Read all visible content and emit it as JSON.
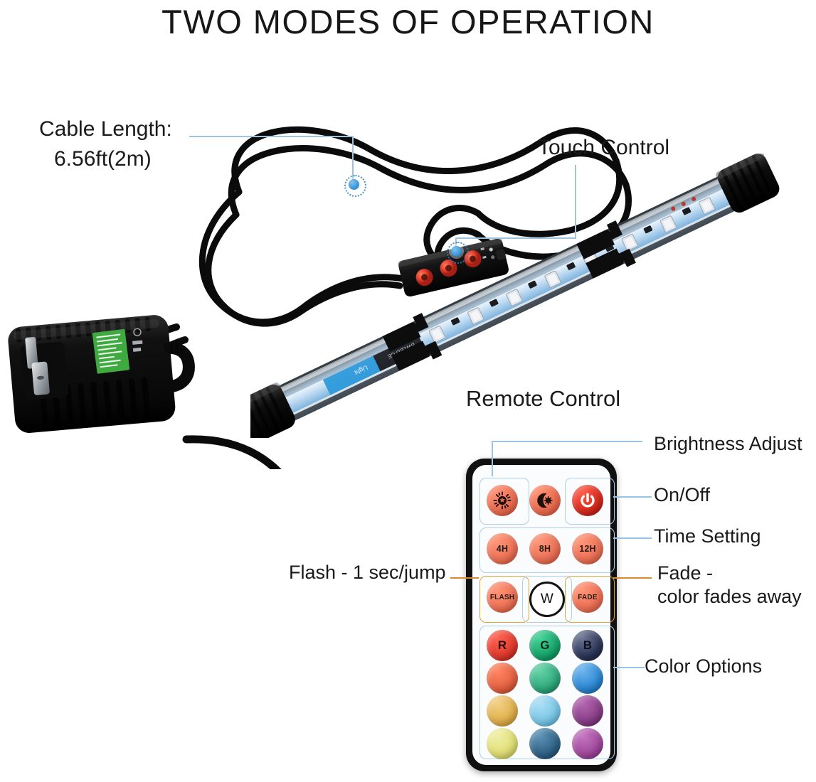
{
  "page": {
    "title": "TWO MODES OF OPERATION",
    "background": "#ffffff",
    "callout_color": "#9dc3e0",
    "callout_accent_color": "#d98b2b",
    "marker_color": "#2f8fd6"
  },
  "callouts": {
    "cable_length": {
      "line1": "Cable Length:",
      "line2": "6.56ft(2m)"
    },
    "touch_control": {
      "label": "Touch Control"
    },
    "remote_control": {
      "label": "Remote Control"
    },
    "brightness": {
      "label": "Brightness Adjust"
    },
    "onoff": {
      "label": "On/Off"
    },
    "time_setting": {
      "label": "Time Setting"
    },
    "flash": {
      "label": "Flash - 1 sec/jump"
    },
    "fade": {
      "line1": "Fade -",
      "line2": "color fades away"
    },
    "color_options": {
      "label": "Color Options"
    }
  },
  "remote": {
    "body_color": "#101010",
    "face_color": "#fbfcfd",
    "rows": [
      {
        "name": "mode-row",
        "buttons": [
          {
            "name": "brightness-button",
            "label": "",
            "icon": "sun-icon",
            "color": "#ea6a4e"
          },
          {
            "name": "dim-button",
            "label": "",
            "icon": "moon-icon",
            "color": "#ea6a4e"
          },
          {
            "name": "power-button",
            "label": "",
            "icon": "power-icon",
            "color": "#d7291d"
          }
        ]
      },
      {
        "name": "timer-row",
        "buttons": [
          {
            "name": "timer-4h-button",
            "label": "4H",
            "icon": "",
            "color": "#ec7055"
          },
          {
            "name": "timer-8h-button",
            "label": "8H",
            "icon": "",
            "color": "#ec7055"
          },
          {
            "name": "timer-12h-button",
            "label": "12H",
            "icon": "",
            "color": "#ec7055"
          }
        ]
      },
      {
        "name": "effect-row",
        "buttons": [
          {
            "name": "flash-button",
            "label": "FLASH",
            "icon": "",
            "color": "#ee7054"
          },
          {
            "name": "white-button",
            "label": "W",
            "icon": "",
            "color": "#ffffff"
          },
          {
            "name": "fade-button",
            "label": "FADE",
            "icon": "",
            "color": "#ee7054"
          }
        ]
      },
      {
        "name": "color-row-1",
        "buttons": [
          {
            "name": "color-red-button",
            "label": "R",
            "icon": "",
            "color": "#e0392c"
          },
          {
            "name": "color-green-button",
            "label": "G",
            "icon": "",
            "color": "#14a368"
          },
          {
            "name": "color-blue-button",
            "label": "B",
            "icon": "",
            "color": "#2b3355"
          }
        ]
      },
      {
        "name": "color-row-2",
        "buttons": [
          {
            "name": "color-orange-button",
            "label": "",
            "icon": "",
            "color": "#e4603f"
          },
          {
            "name": "color-seagreen-button",
            "label": "",
            "icon": "",
            "color": "#2da87c"
          },
          {
            "name": "color-azure-button",
            "label": "",
            "icon": "",
            "color": "#2a86d2"
          }
        ]
      },
      {
        "name": "color-row-3",
        "buttons": [
          {
            "name": "color-amber-button",
            "label": "",
            "icon": "",
            "color": "#e0b04a"
          },
          {
            "name": "color-skyblue-button",
            "label": "",
            "icon": "",
            "color": "#79c6e8"
          },
          {
            "name": "color-purple-button",
            "label": "",
            "icon": "",
            "color": "#883d86"
          }
        ]
      },
      {
        "name": "color-row-4",
        "buttons": [
          {
            "name": "color-yellow-button",
            "label": "",
            "icon": "",
            "color": "#e0df72"
          },
          {
            "name": "color-teal-button",
            "label": "",
            "icon": "",
            "color": "#2e6184"
          },
          {
            "name": "color-magenta-button",
            "label": "",
            "icon": "",
            "color": "#a0479c"
          }
        ]
      }
    ]
  },
  "product": {
    "led_tube": {
      "name": "submersible-led-light-bar",
      "tube_color": "#cfe3f2",
      "cap_color": "#121212",
      "led_chip_color": "#d7d9de"
    },
    "power_adapter": {
      "name": "ac-power-adapter",
      "body_color": "#131313",
      "label_color": "#3faa3f"
    },
    "inline_controller": {
      "name": "inline-touch-controller",
      "body_color": "#141414",
      "button_color": "#e2402c"
    }
  }
}
